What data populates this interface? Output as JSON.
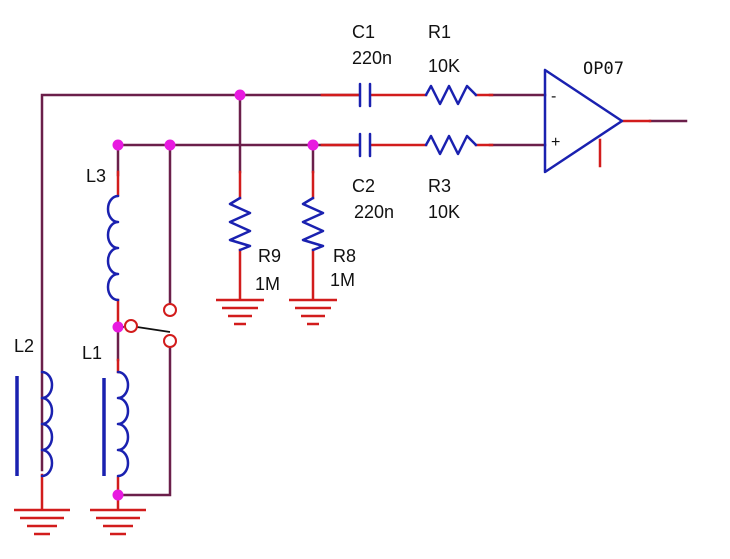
{
  "components": {
    "c1": {
      "ref": "C1",
      "value": "220n"
    },
    "c2": {
      "ref": "C2",
      "value": "220n"
    },
    "r1": {
      "ref": "R1",
      "value": "10K"
    },
    "r3": {
      "ref": "R3",
      "value": "10K"
    },
    "r9": {
      "ref": "R9",
      "value": "1M"
    },
    "r8": {
      "ref": "R8",
      "value": "1M"
    },
    "l1": {
      "ref": "L1"
    },
    "l2": {
      "ref": "L2"
    },
    "l3": {
      "ref": "L3"
    },
    "opamp": {
      "ref": "OP07",
      "pin_minus": "-",
      "pin_plus": "+"
    }
  },
  "colors": {
    "wire": "#6b1f4a",
    "lead": "#d21c1c",
    "component": "#1a21b0",
    "junction": "#e81ae0",
    "background": "#ffffff"
  }
}
